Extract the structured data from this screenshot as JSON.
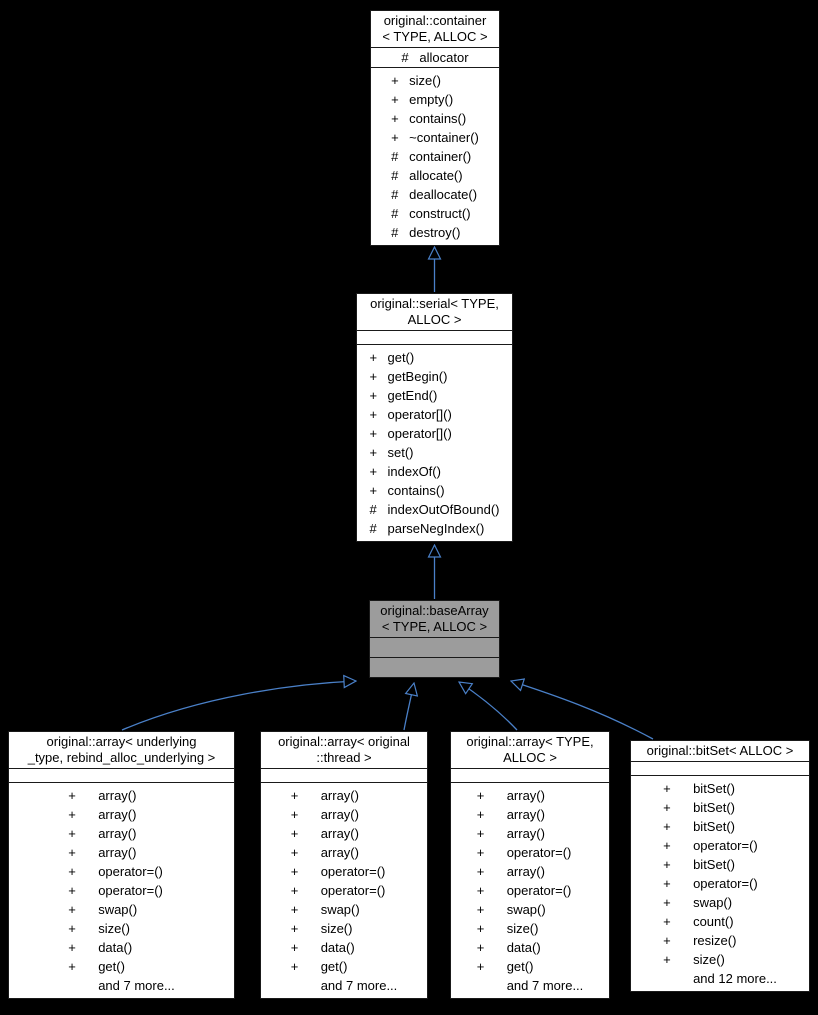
{
  "colors": {
    "background": "#000000",
    "box_fill": "#ffffff",
    "highlight_fill": "#9c9c9c",
    "box_border": "#1a1a1a",
    "arrow": "#4a80c8"
  },
  "diagram": {
    "classes": [
      {
        "key": "container",
        "title_lines": [
          "original::container",
          "< TYPE, ALLOC >"
        ],
        "attributes": [
          {
            "access": "#",
            "label": "allocator"
          }
        ],
        "methods": [
          {
            "access": "+",
            "label": "size()"
          },
          {
            "access": "+",
            "label": "empty()"
          },
          {
            "access": "+",
            "label": "contains()"
          },
          {
            "access": "+",
            "label": "~container()"
          },
          {
            "access": "#",
            "label": "container()"
          },
          {
            "access": "#",
            "label": "allocate()"
          },
          {
            "access": "#",
            "label": "deallocate()"
          },
          {
            "access": "#",
            "label": "construct()"
          },
          {
            "access": "#",
            "label": "destroy()"
          }
        ],
        "highlighted": false
      },
      {
        "key": "serial",
        "title_lines": [
          "original::serial< TYPE,",
          "ALLOC >"
        ],
        "attributes": [],
        "methods": [
          {
            "access": "+",
            "label": "get()"
          },
          {
            "access": "+",
            "label": "getBegin()"
          },
          {
            "access": "+",
            "label": "getEnd()"
          },
          {
            "access": "+",
            "label": "operator[]()"
          },
          {
            "access": "+",
            "label": "operator[]()"
          },
          {
            "access": "+",
            "label": "set()"
          },
          {
            "access": "+",
            "label": "indexOf()"
          },
          {
            "access": "+",
            "label": "contains()"
          },
          {
            "access": "#",
            "label": "indexOutOfBound()"
          },
          {
            "access": "#",
            "label": "parseNegIndex()"
          }
        ],
        "highlighted": false
      },
      {
        "key": "baseArray",
        "title_lines": [
          "original::baseArray",
          "< TYPE, ALLOC >"
        ],
        "attributes": [],
        "methods": [],
        "highlighted": true
      },
      {
        "key": "array_underlying",
        "title_lines": [
          "original::array< underlying",
          "_type, rebind_alloc_underlying >"
        ],
        "attributes": [],
        "methods": [
          {
            "access": "+",
            "label": "array()"
          },
          {
            "access": "+",
            "label": "array()"
          },
          {
            "access": "+",
            "label": "array()"
          },
          {
            "access": "+",
            "label": "array()"
          },
          {
            "access": "+",
            "label": "operator=()"
          },
          {
            "access": "+",
            "label": "operator=()"
          },
          {
            "access": "+",
            "label": "swap()"
          },
          {
            "access": "+",
            "label": "size()"
          },
          {
            "access": "+",
            "label": "data()"
          },
          {
            "access": "+",
            "label": "get()"
          },
          {
            "access": "",
            "label": "and 7 more..."
          }
        ],
        "highlighted": false
      },
      {
        "key": "array_thread",
        "title_lines": [
          "original::array< original",
          "::thread >"
        ],
        "attributes": [],
        "methods": [
          {
            "access": "+",
            "label": "array()"
          },
          {
            "access": "+",
            "label": "array()"
          },
          {
            "access": "+",
            "label": "array()"
          },
          {
            "access": "+",
            "label": "array()"
          },
          {
            "access": "+",
            "label": "operator=()"
          },
          {
            "access": "+",
            "label": "operator=()"
          },
          {
            "access": "+",
            "label": "swap()"
          },
          {
            "access": "+",
            "label": "size()"
          },
          {
            "access": "+",
            "label": "data()"
          },
          {
            "access": "+",
            "label": "get()"
          },
          {
            "access": "",
            "label": "and 7 more..."
          }
        ],
        "highlighted": false
      },
      {
        "key": "array_type_alloc",
        "title_lines": [
          "original::array< TYPE,",
          "ALLOC >"
        ],
        "attributes": [],
        "methods": [
          {
            "access": "+",
            "label": "array()"
          },
          {
            "access": "+",
            "label": "array()"
          },
          {
            "access": "+",
            "label": "array()"
          },
          {
            "access": "+",
            "label": "operator=()"
          },
          {
            "access": "+",
            "label": "array()"
          },
          {
            "access": "+",
            "label": "operator=()"
          },
          {
            "access": "+",
            "label": "swap()"
          },
          {
            "access": "+",
            "label": "size()"
          },
          {
            "access": "+",
            "label": "data()"
          },
          {
            "access": "+",
            "label": "get()"
          },
          {
            "access": "",
            "label": "and 7 more..."
          }
        ],
        "highlighted": false
      },
      {
        "key": "bitSet",
        "title_lines": [
          "original::bitSet< ALLOC >"
        ],
        "attributes": [],
        "methods": [
          {
            "access": "+",
            "label": "bitSet()"
          },
          {
            "access": "+",
            "label": "bitSet()"
          },
          {
            "access": "+",
            "label": "bitSet()"
          },
          {
            "access": "+",
            "label": "operator=()"
          },
          {
            "access": "+",
            "label": "bitSet()"
          },
          {
            "access": "+",
            "label": "operator=()"
          },
          {
            "access": "+",
            "label": "swap()"
          },
          {
            "access": "+",
            "label": "count()"
          },
          {
            "access": "+",
            "label": "resize()"
          },
          {
            "access": "+",
            "label": "size()"
          },
          {
            "access": "",
            "label": "and 12 more..."
          }
        ],
        "highlighted": false
      }
    ],
    "relations": [
      {
        "from": "serial",
        "to": "container",
        "type": "inheritance"
      },
      {
        "from": "baseArray",
        "to": "serial",
        "type": "inheritance"
      },
      {
        "from": "array_underlying",
        "to": "baseArray",
        "type": "inheritance"
      },
      {
        "from": "array_thread",
        "to": "baseArray",
        "type": "inheritance"
      },
      {
        "from": "array_type_alloc",
        "to": "baseArray",
        "type": "inheritance"
      },
      {
        "from": "bitSet",
        "to": "baseArray",
        "type": "inheritance"
      }
    ]
  }
}
